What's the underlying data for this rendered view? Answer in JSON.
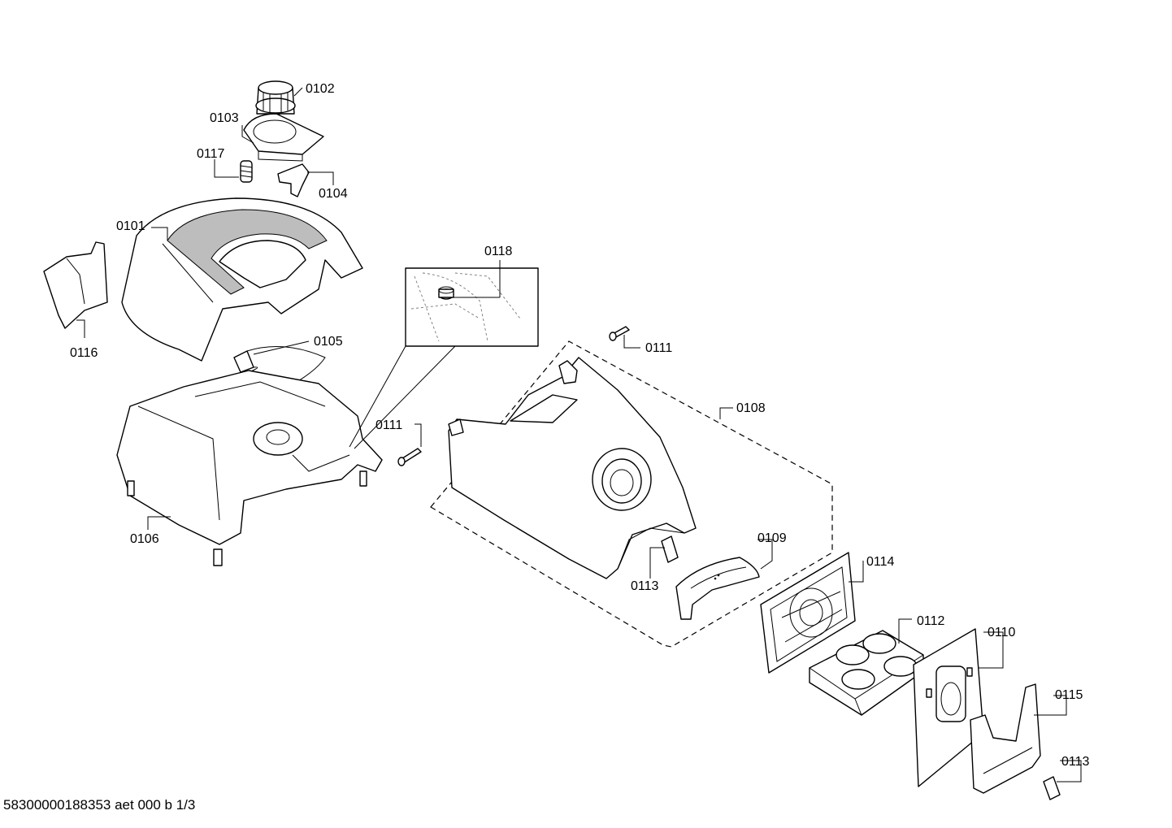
{
  "footer_text": "58300000188353 aet 000 b 1/3",
  "labels": {
    "p0101": "0101",
    "p0102": "0102",
    "p0103": "0103",
    "p0104": "0104",
    "p0105": "0105",
    "p0106": "0106",
    "p0108": "0108",
    "p0109": "0109",
    "p0110": "0110",
    "p0111a": "0111",
    "p0111b": "0111",
    "p0112": "0112",
    "p0113a": "0113",
    "p0113b": "0113",
    "p0114": "0114",
    "p0115": "0115",
    "p0116": "0116",
    "p0117": "0117",
    "p0118": "0118"
  }
}
